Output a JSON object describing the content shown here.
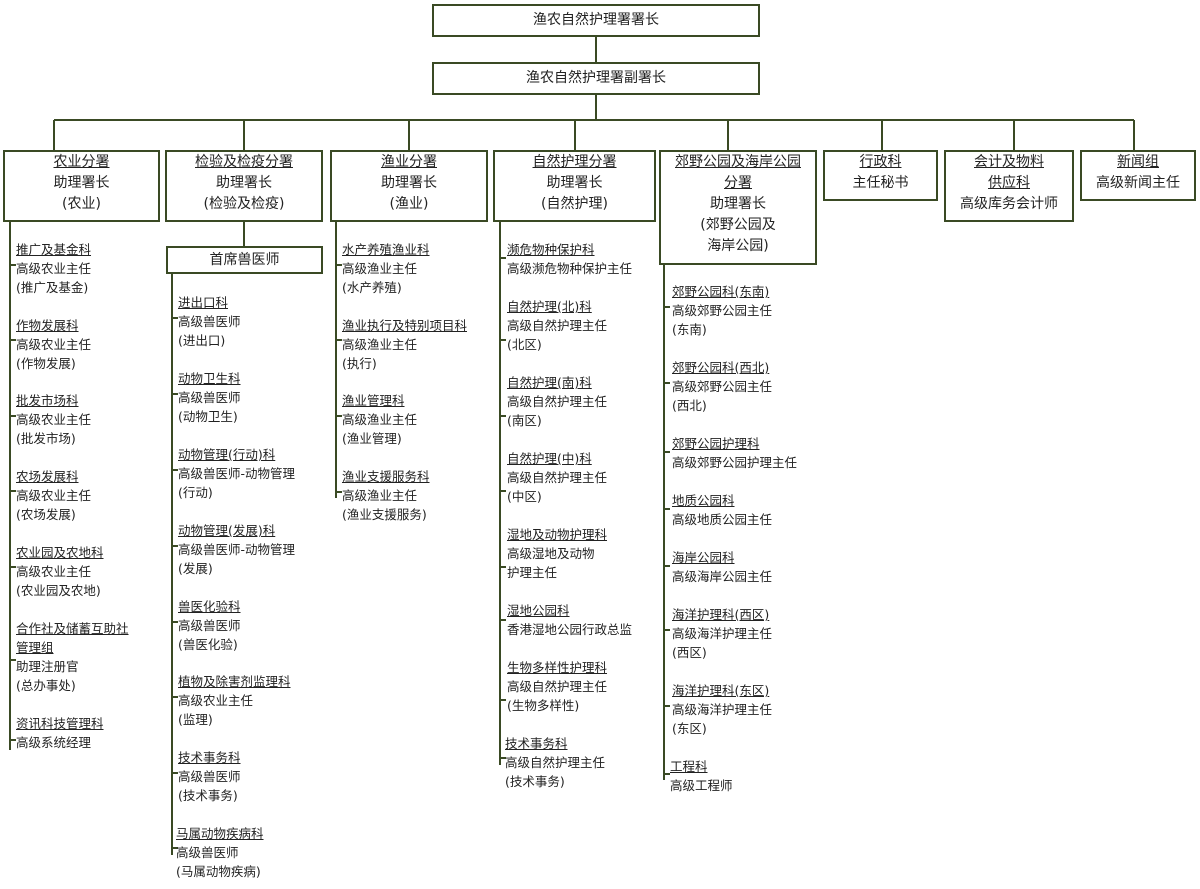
{
  "top": {
    "director": "渔农自然护理署署长",
    "deputy": "渔农自然护理署副署长"
  },
  "branches": [
    {
      "id": "agri",
      "title": "农业分署",
      "lines": [
        "助理署长",
        "(农业)"
      ],
      "sections": [
        {
          "name": "推广及基金科",
          "lines": [
            "高级农业主任",
            "(推广及基金)"
          ]
        },
        {
          "name": "作物发展科",
          "lines": [
            "高级农业主任",
            "(作物发展)"
          ]
        },
        {
          "name": "批发市场科",
          "lines": [
            "高级农业主任",
            "(批发市场)"
          ]
        },
        {
          "name": "农场发展科",
          "lines": [
            "高级农业主任",
            "(农场发展)"
          ]
        },
        {
          "name": "农业园及农地科",
          "lines": [
            "高级农业主任",
            "(农业园及农地)"
          ]
        },
        {
          "name": "合作社及储蓄互助社",
          "name2": "管理组",
          "lines": [
            "助理注册官",
            "(总办事处)"
          ]
        },
        {
          "name": "资讯科技管理科",
          "lines": [
            "高级系统经理"
          ]
        }
      ]
    },
    {
      "id": "insp",
      "title": "检验及检疫分署",
      "lines": [
        "助理署长",
        "(检验及检疫)"
      ],
      "sub": "首席兽医师",
      "sections": [
        {
          "name": "进出口科",
          "lines": [
            "高级兽医师",
            "(进出口)"
          ]
        },
        {
          "name": "动物卫生科",
          "lines": [
            "高级兽医师",
            "(动物卫生)"
          ]
        },
        {
          "name": "动物管理(行动)科",
          "lines": [
            "高级兽医师-动物管理",
            "(行动)"
          ]
        },
        {
          "name": "动物管理(发展)科",
          "lines": [
            "高级兽医师-动物管理",
            "(发展)"
          ]
        },
        {
          "name": "兽医化验科",
          "lines": [
            "高级兽医师",
            "(兽医化验)"
          ]
        },
        {
          "name": "植物及除害剂监理科",
          "lines": [
            "高级农业主任",
            "(监理)"
          ]
        },
        {
          "name": "技术事务科",
          "lines": [
            "高级兽医师",
            "(技术事务)"
          ]
        },
        {
          "name": "马属动物疾病科",
          "lines": [
            "高级兽医师",
            "(马属动物疾病)"
          ]
        }
      ]
    },
    {
      "id": "fish",
      "title": "渔业分署",
      "lines": [
        "助理署长",
        "(渔业)"
      ],
      "sections": [
        {
          "name": "水产养殖渔业科",
          "lines": [
            "高级渔业主任",
            "(水产养殖)"
          ]
        },
        {
          "name": "渔业执行及特别项目科",
          "lines": [
            "高级渔业主任",
            "(执行)"
          ]
        },
        {
          "name": "渔业管理科",
          "lines": [
            "高级渔业主任",
            "(渔业管理)"
          ]
        },
        {
          "name": "渔业支援服务科",
          "lines": [
            "高级渔业主任",
            "(渔业支援服务)"
          ]
        }
      ]
    },
    {
      "id": "cons",
      "title": "自然护理分署",
      "lines": [
        "助理署长",
        "(自然护理)"
      ],
      "sections": [
        {
          "name": "濒危物种保护科",
          "lines": [
            "高级濒危物种保护主任"
          ]
        },
        {
          "name": "自然护理(北)科",
          "lines": [
            "高级自然护理主任",
            "(北区)"
          ]
        },
        {
          "name": "自然护理(南)科",
          "lines": [
            "高级自然护理主任",
            "(南区)"
          ]
        },
        {
          "name": "自然护理(中)科",
          "lines": [
            "高级自然护理主任",
            "(中区)"
          ]
        },
        {
          "name": "湿地及动物护理科",
          "lines": [
            "高级湿地及动物",
            "护理主任"
          ]
        },
        {
          "name": "湿地公园科",
          "lines": [
            "香港湿地公园行政总监"
          ]
        },
        {
          "name": "生物多样性护理科",
          "lines": [
            "高级自然护理主任",
            "(生物多样性)"
          ]
        },
        {
          "name": "技术事务科",
          "lines": [
            "高级自然护理主任",
            "(技术事务)"
          ]
        }
      ]
    },
    {
      "id": "parks",
      "title": "郊野公园及海岸公园",
      "title2": "分署",
      "lines": [
        "助理署长",
        "(郊野公园及",
        "海岸公园)"
      ],
      "sections": [
        {
          "name": "郊野公园科(东南)",
          "lines": [
            "高级郊野公园主任",
            "(东南)"
          ]
        },
        {
          "name": "郊野公园科(西北)",
          "lines": [
            "高级郊野公园主任",
            "(西北)"
          ]
        },
        {
          "name": "郊野公园护理科",
          "lines": [
            "高级郊野公园护理主任"
          ]
        },
        {
          "name": "地质公园科",
          "lines": [
            "高级地质公园主任"
          ]
        },
        {
          "name": "海岸公园科",
          "lines": [
            "高级海岸公园主任"
          ]
        },
        {
          "name": "海洋护理科(西区)",
          "lines": [
            "高级海洋护理主任",
            "(西区)"
          ]
        },
        {
          "name": "海洋护理科(东区)",
          "lines": [
            "高级海洋护理主任",
            "(东区)"
          ]
        },
        {
          "name": "工程科",
          "lines": [
            "高级工程师"
          ]
        }
      ]
    },
    {
      "id": "admin",
      "title": "行政科",
      "lines": [
        "主任秘书"
      ],
      "sections": []
    },
    {
      "id": "acct",
      "title": "会计及物料",
      "title2": "供应科",
      "lines": [
        "高级库务会计师"
      ],
      "sections": []
    },
    {
      "id": "news",
      "title": "新闻组",
      "lines": [
        "高级新闻主任"
      ],
      "sections": []
    }
  ]
}
